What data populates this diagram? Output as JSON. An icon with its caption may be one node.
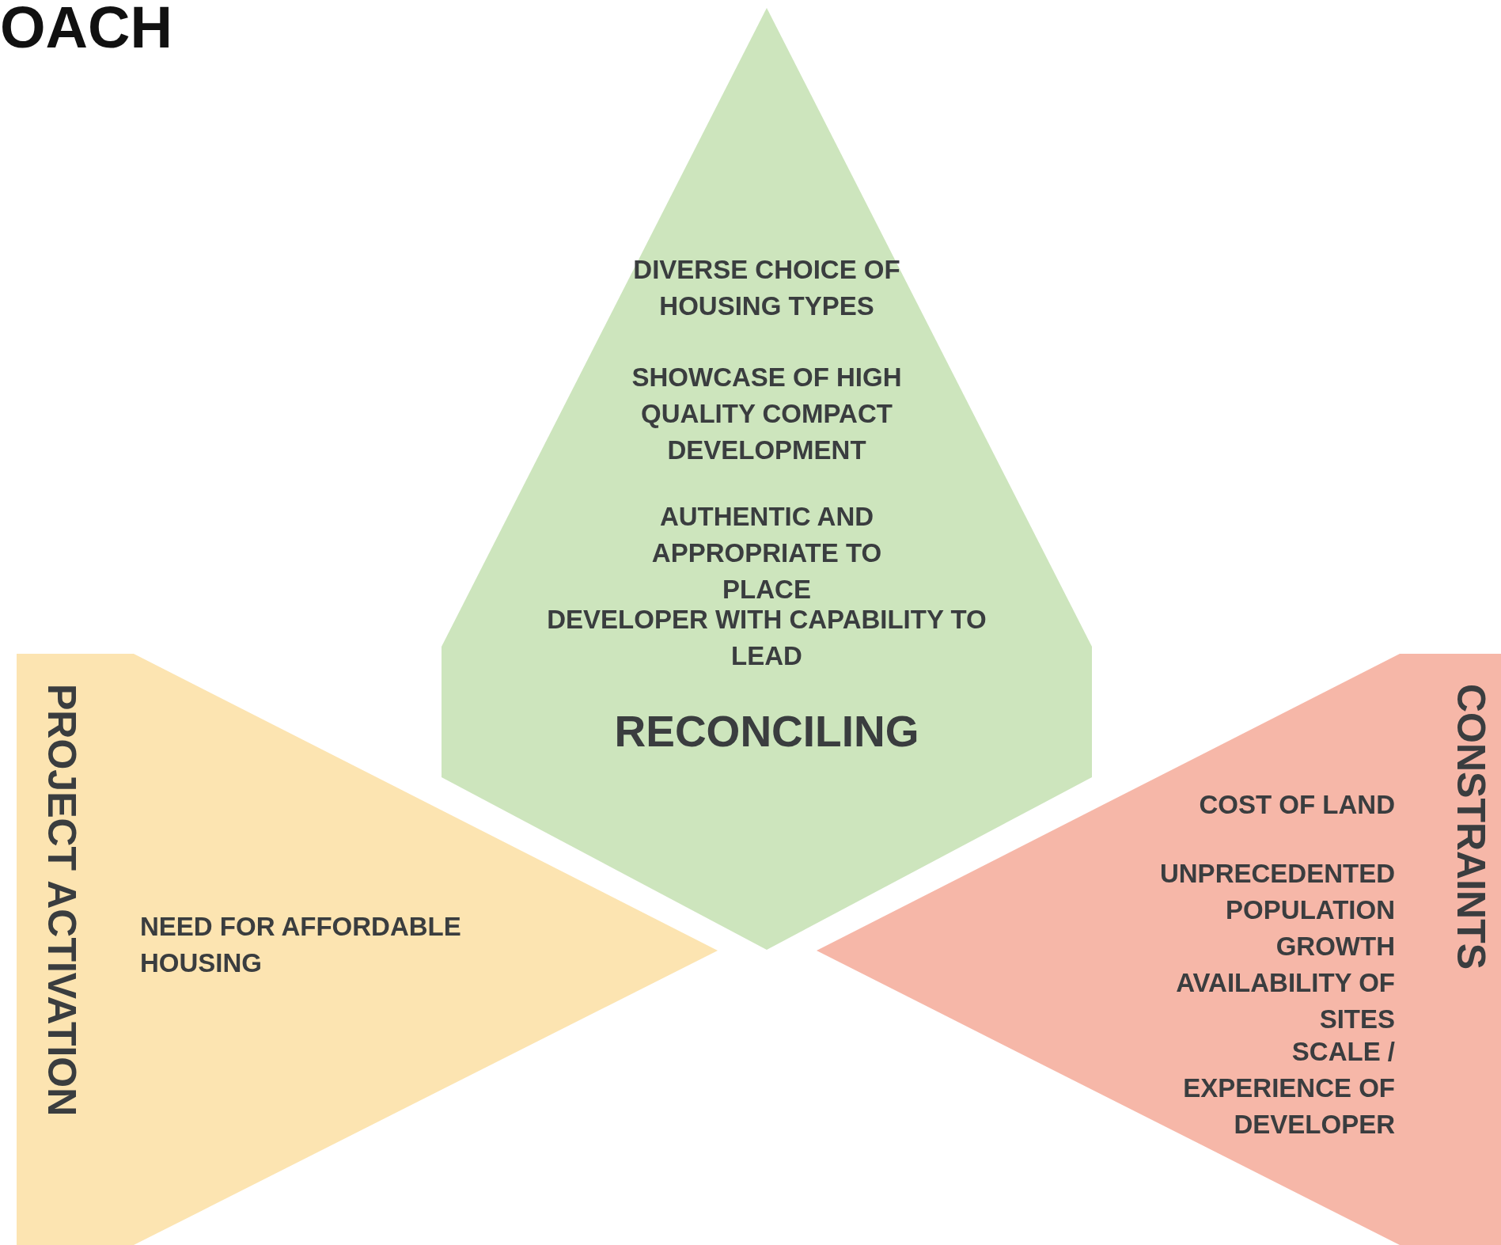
{
  "diagram": {
    "title": "OACH",
    "nodes": [
      {
        "text": [
          "DIVERSE CHOICE OF HOUSING TYPES",
          "SHOWCASE OF HIGH QUALITY COMPACT DEVELOPMENT",
          "AUTHENTIC AND APPROPRIATE TO PLACE",
          "DEVELOPER WITH CAPABILITY TO LEAD",
          "RECONCILING"
        ]
      },
      {
        "text": [
          "PROJECT ACTIVATION",
          "NEED FOR AFFORDABLE HOUSING"
        ]
      },
      {
        "text": [
          "CONSTRAINTS",
          "COST OF LAND",
          "UNPRECEDENTED POPULATION GROWTH",
          "AVAILABILITY OF SITES",
          "SCALE / EXPERIENCE OF DEVELOPER"
        ]
      }
    ],
    "edges": []
  }
}
